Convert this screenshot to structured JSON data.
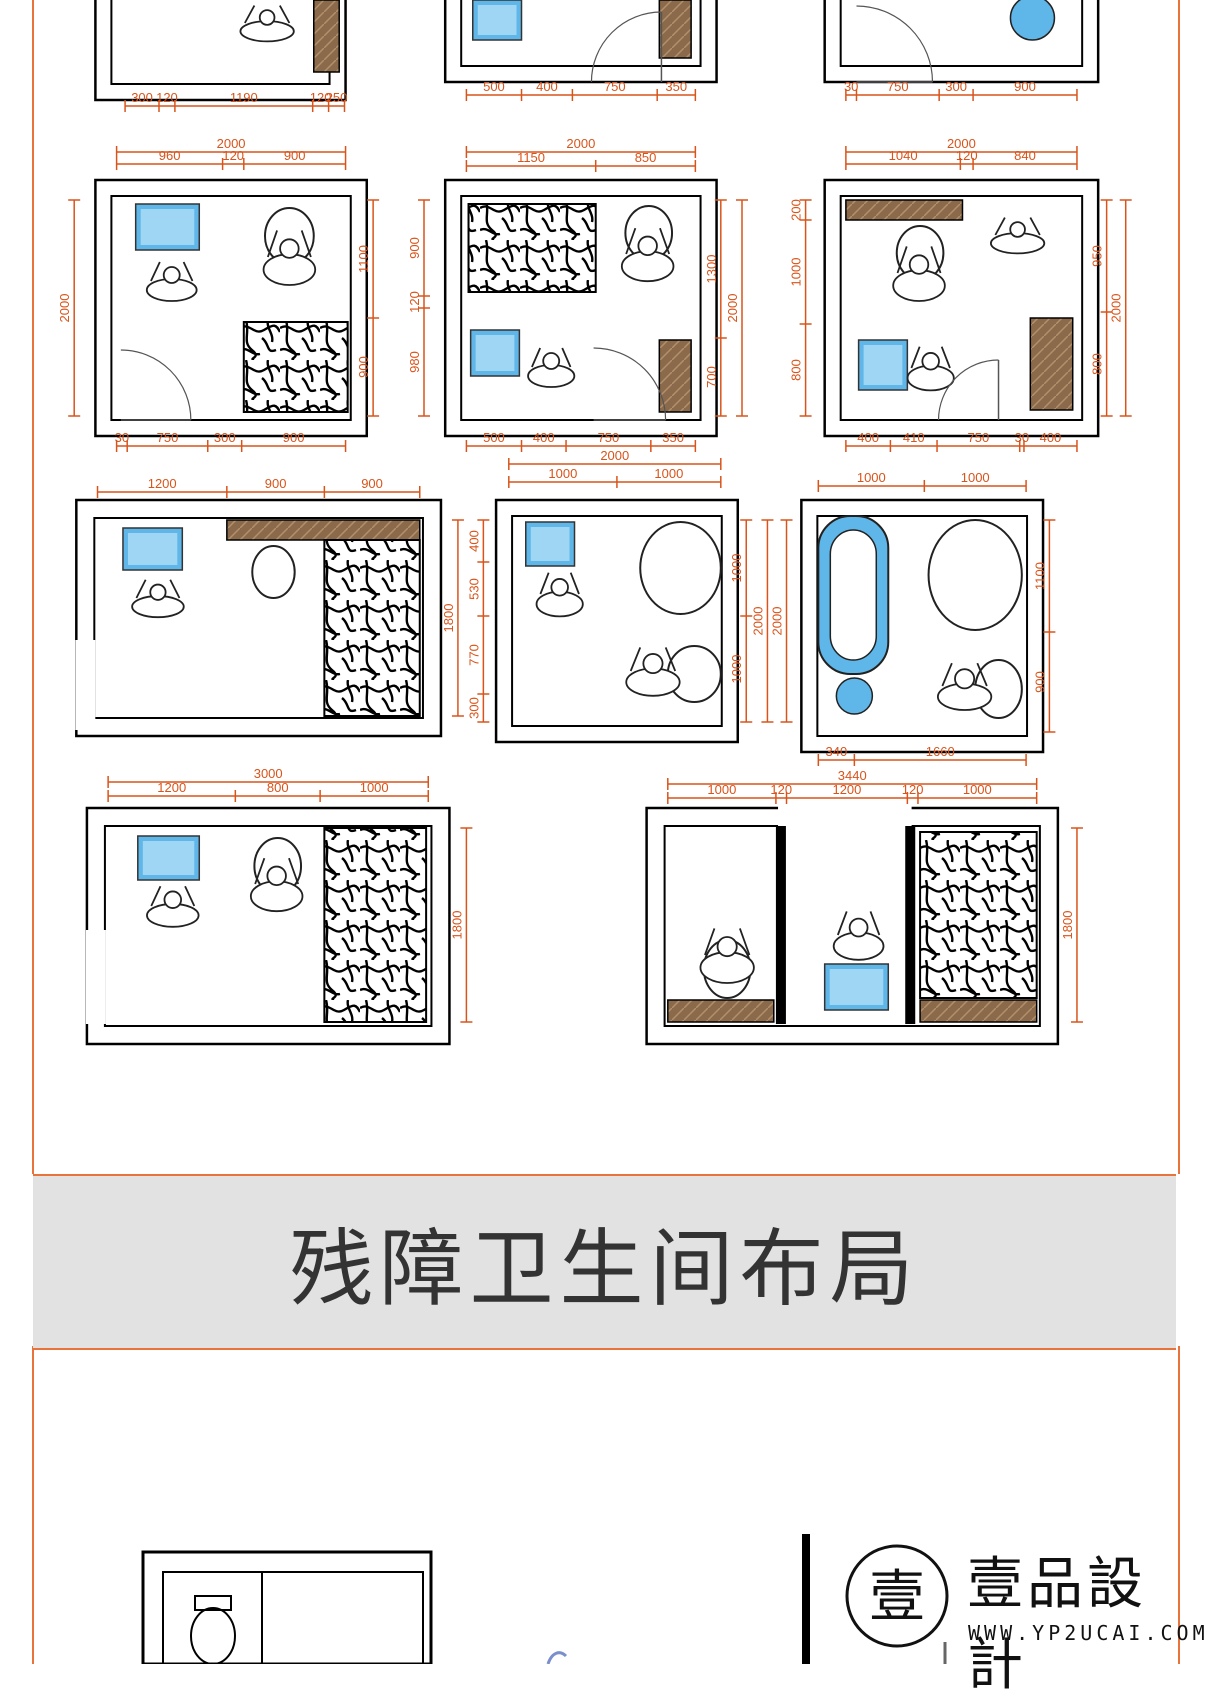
{
  "banner": {
    "title": "残障卫生间布局"
  },
  "logo": {
    "glyph": "壹",
    "name": "壹品設計",
    "url": "WWW.YP2UCAI.COM"
  },
  "colors": {
    "accent": "#e8743b",
    "dimension": "#d9541b",
    "wall": "#000000",
    "fixture_blue": "#5fb6e8",
    "wood": "#8a6a4a",
    "banner_bg": "#e2e2e2"
  },
  "plans": [
    {
      "id": "r1a",
      "dims": [
        "300",
        "120",
        "1190",
        "120",
        "250"
      ]
    },
    {
      "id": "r1b",
      "dims": [
        "500",
        "400",
        "750",
        "350"
      ]
    },
    {
      "id": "r1c",
      "dims": [
        "30",
        "750",
        "300",
        "900"
      ]
    },
    {
      "id": "r2a",
      "dims": [
        "2000",
        "960",
        "120",
        "900",
        "2000",
        "1100",
        "900",
        "30",
        "750",
        "300",
        "900"
      ]
    },
    {
      "id": "r2b",
      "dims": [
        "2000",
        "1150",
        "850",
        "900",
        "120",
        "980",
        "1300",
        "700",
        "2000",
        "500",
        "400",
        "750",
        "350"
      ]
    },
    {
      "id": "r2c",
      "dims": [
        "2000",
        "1040",
        "120",
        "840",
        "200",
        "1000",
        "800",
        "2000",
        "950",
        "800",
        "400",
        "410",
        "750",
        "30",
        "400",
        "900"
      ]
    },
    {
      "id": "r3a",
      "dims": [
        "1200",
        "900",
        "900",
        "1800"
      ]
    },
    {
      "id": "r3b",
      "dims": [
        "2000",
        "1000",
        "1000",
        "400",
        "530",
        "770",
        "300",
        "1000",
        "1000",
        "2000",
        "2000"
      ]
    },
    {
      "id": "r3c",
      "dims": [
        "1000",
        "1000",
        "1100",
        "900",
        "340",
        "1660"
      ]
    },
    {
      "id": "r4a",
      "dims": [
        "3000",
        "1200",
        "800",
        "1000",
        "1800"
      ]
    },
    {
      "id": "r4b",
      "dims": [
        "3440",
        "1000",
        "120",
        "1200",
        "120",
        "1000",
        "1800"
      ]
    }
  ]
}
